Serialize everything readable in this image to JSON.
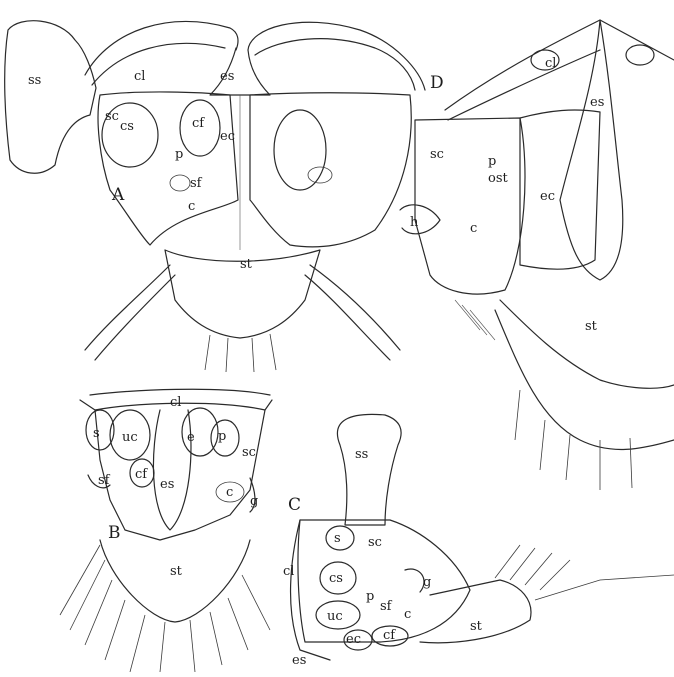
{
  "panels": [
    "A",
    "B",
    "C",
    "D"
  ],
  "panel_a": {
    "labels": [
      "ss",
      "cl",
      "es",
      "sc",
      "cs",
      "cf",
      "ec",
      "p",
      "sf",
      "c",
      "st"
    ]
  },
  "panel_b": {
    "labels": [
      "cl",
      "s",
      "uc",
      "e",
      "p",
      "sc",
      "sf",
      "cf",
      "es",
      "c",
      "g",
      "st"
    ]
  },
  "panel_c": {
    "labels": [
      "ss",
      "s",
      "sc",
      "cl",
      "cs",
      "g",
      "p",
      "sf",
      "uc",
      "c",
      "ec",
      "cf",
      "st",
      "es"
    ]
  },
  "panel_d": {
    "labels": [
      "cl",
      "es",
      "sc",
      "p",
      "ost",
      "ec",
      "h",
      "c",
      "st"
    ]
  }
}
